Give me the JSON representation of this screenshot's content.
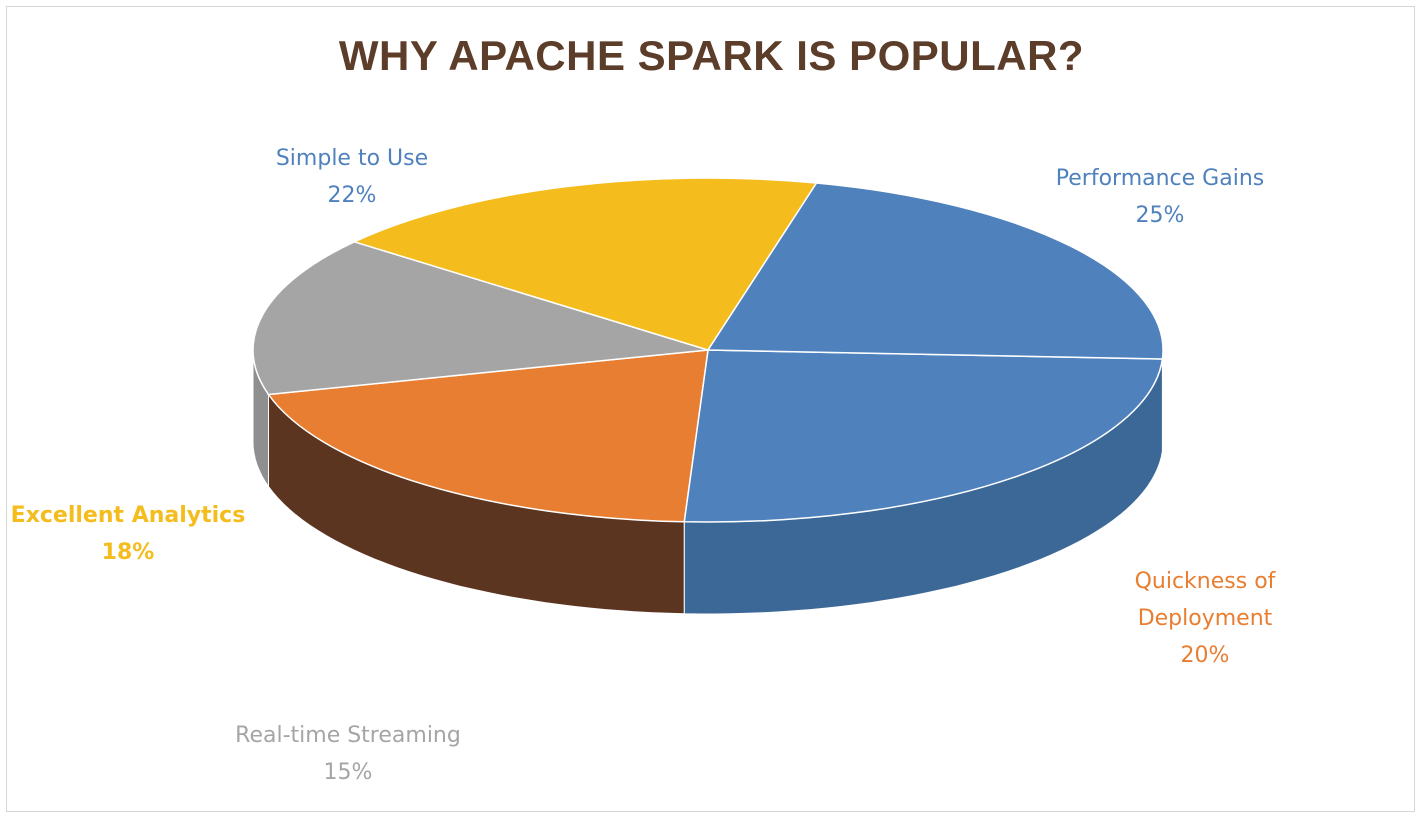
{
  "colors": {
    "title": "#5c3d2a",
    "background": "#ffffff"
  },
  "chart_data": {
    "type": "pie",
    "title": "WHY APACHE SPARK IS POPULAR?",
    "slices": [
      {
        "label_lines": [
          "Performance Gains",
          "25%"
        ],
        "value": 25,
        "color": "#4f81bd",
        "side_color": "#3c6898",
        "label_color": "#4f81bd",
        "label_bold": false
      },
      {
        "label_lines": [
          "Quickness of",
          "Deployment",
          "20%"
        ],
        "value": 20,
        "color": "#e87e31",
        "side_color": "#5c3520",
        "label_color": "#e87e31",
        "label_bold": false
      },
      {
        "label_lines": [
          "Real-time Streaming",
          "15%"
        ],
        "value": 15,
        "color": "#a5a5a5",
        "side_color": "#8f8f8f",
        "label_color": "#a5a5a5",
        "label_bold": false
      },
      {
        "label_lines": [
          "Excellent Analytics",
          "18%"
        ],
        "value": 18,
        "color": "#f4bc1c",
        "side_color": "#e9901f",
        "label_color": "#f4bc1c",
        "label_bold": true
      },
      {
        "label_lines": [
          "Simple to Use",
          "22%"
        ],
        "value": 22,
        "color": "#4f81bd",
        "side_color": "#3c6898",
        "label_color": "#4f81bd",
        "label_bold": false
      }
    ],
    "legend": "none",
    "view": "3d-tilted"
  }
}
